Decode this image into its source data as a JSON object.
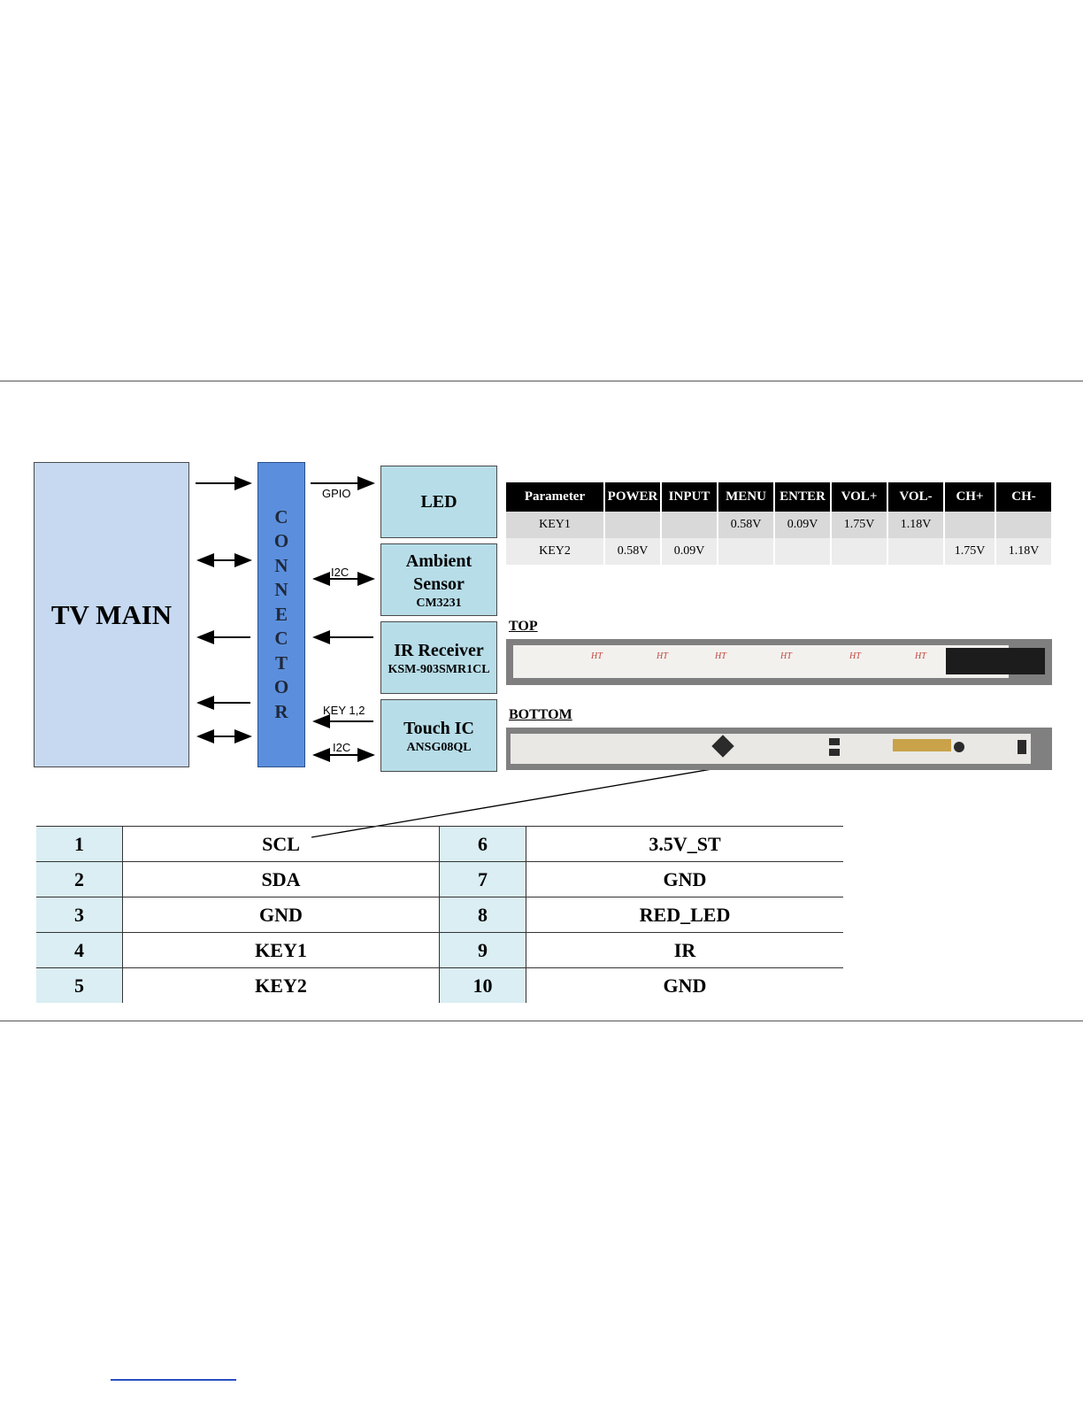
{
  "diagram": {
    "tv_main": "TV MAIN",
    "connector_letters": [
      "C",
      "O",
      "N",
      "N",
      "E",
      "C",
      "T",
      "O",
      "R"
    ],
    "signals": {
      "gpio": "GPIO",
      "i2c_1": "I2C",
      "key12": "KEY 1,2",
      "i2c_2": "I2C"
    },
    "modules": {
      "led": {
        "title": "LED"
      },
      "ambient": {
        "title_line1": "Ambient",
        "title_line2": "Sensor",
        "part": "CM3231"
      },
      "ir": {
        "title": "IR Receiver",
        "part": "KSM-903SMR1CL"
      },
      "touch": {
        "title": "Touch IC",
        "part": "ANSG08QL"
      }
    }
  },
  "key_table": {
    "headers": [
      "Parameter",
      "POWER",
      "INPUT",
      "MENU",
      "ENTER",
      "VOL+",
      "VOL-",
      "CH+",
      "CH-"
    ],
    "rows": [
      [
        "KEY1",
        "",
        "",
        "0.58V",
        "0.09V",
        "1.75V",
        "1.18V",
        "",
        ""
      ],
      [
        "KEY2",
        "0.58V",
        "0.09V",
        "",
        "",
        "",
        "",
        "1.75V",
        "1.18V"
      ]
    ]
  },
  "photos": {
    "top_label": "TOP",
    "bottom_label": "BOTTOM"
  },
  "pin_table": {
    "rows": [
      {
        "pin_a": "1",
        "sig_a": "SCL",
        "pin_b": "6",
        "sig_b": "3.5V_ST"
      },
      {
        "pin_a": "2",
        "sig_a": "SDA",
        "pin_b": "7",
        "sig_b": "GND"
      },
      {
        "pin_a": "3",
        "sig_a": "GND",
        "pin_b": "8",
        "sig_b": "RED_LED"
      },
      {
        "pin_a": "4",
        "sig_a": "KEY1",
        "pin_b": "9",
        "sig_b": "IR"
      },
      {
        "pin_a": "5",
        "sig_a": "KEY2",
        "pin_b": "10",
        "sig_b": "GND"
      }
    ]
  }
}
